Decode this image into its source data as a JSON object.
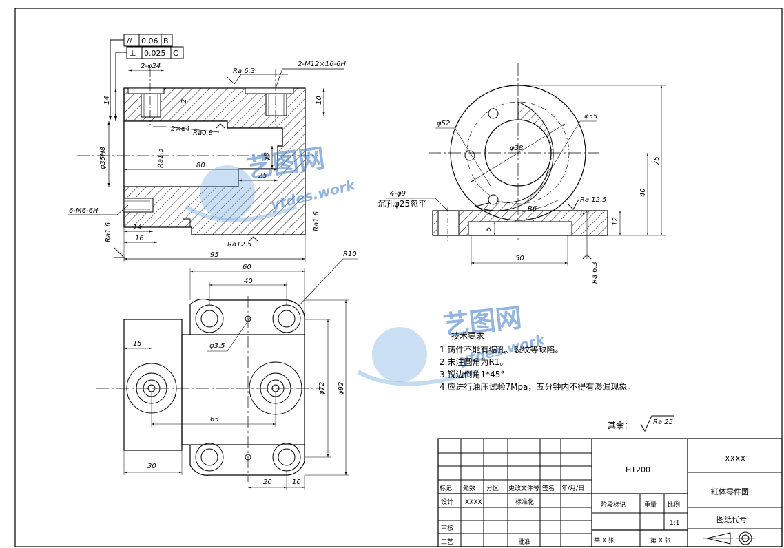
{
  "drawing": {
    "gdt": {
      "row1": {
        "symbol": "//",
        "value": "0.06",
        "datum": "B"
      },
      "row2": {
        "symbol": "⊥",
        "value": "0.025",
        "datum": "C"
      }
    },
    "front_view": {
      "d_2phi24": "2-φ24",
      "d_thread_top": "2-M12×16-6H",
      "ra_top": "Ra 6.3",
      "d_14": "14",
      "d_2": "2",
      "d_10": "10",
      "d_chamfer": "2×φ4",
      "ra_08": "Ra0.8",
      "ra_15": "Ra1.5",
      "d_phi35h8": "φ35H8",
      "d_phi8": "φ8",
      "d_80": "80",
      "d_25": "25",
      "d_thread_side": "6-M6-6H",
      "ra_16_left": "Ra1.6",
      "d_14b": "14",
      "d_16": "16",
      "ra_125": "Ra12.5",
      "ra_16_right": "Ra1.6",
      "d_95": "95"
    },
    "side_view": {
      "d_phi52": "φ52",
      "d_phi55": "φ55",
      "d_phi38": "φ38",
      "d_4phi9": "4-φ9",
      "d_counterbore": "沉孔φ25忽平",
      "d_r6": "R6",
      "ra_125": "Ra 12.5",
      "d_r3": "R3",
      "d_5": "5",
      "d_50": "50",
      "d_40": "40",
      "d_75": "75",
      "d_12": "12",
      "ra_63": "Ra 6.3"
    },
    "top_view": {
      "d_60": "60",
      "d_40": "40",
      "d_r10": "R10",
      "d_15": "15",
      "d_phi35": "φ3.5",
      "d_65": "65",
      "d_phi72": "φ72",
      "d_phi92": "φ92",
      "d_30": "30",
      "d_20": "20",
      "d_10": "10"
    }
  },
  "tech": {
    "title": "技术要求",
    "items": [
      "1.铸件不能有缩孔、裂纹等缺陷。",
      "2.未注圆角为R1。",
      "3.锐边倒角1*45°",
      "4.应进行油压试验7Mpa，五分钟内不得有渗漏现象。"
    ]
  },
  "remaining": {
    "label": "其余：",
    "ra": "Ra 25"
  },
  "watermark": {
    "logo": "艺图网",
    "url": "ytdes.work"
  },
  "title_block": {
    "material": "HT200",
    "company": "XXXX",
    "part_name": "缸体零件图",
    "drawing_no": "图纸代号",
    "h_mark": "标记",
    "h_count": "处数",
    "h_zone": "分区",
    "h_change_doc": "更改文件号",
    "h_sign": "签名",
    "h_date": "年/月/日",
    "designer_label": "设计",
    "designer": "XXXX",
    "std_label": "标准化",
    "review_label": "审核",
    "process_label": "工艺",
    "approve_label": "批准",
    "stage_label": "阶段标记",
    "weight_label": "重量",
    "scale_label": "比例",
    "scale": "1:1",
    "sheets_total": "共 X 张",
    "sheet_no": "第 X 张"
  }
}
